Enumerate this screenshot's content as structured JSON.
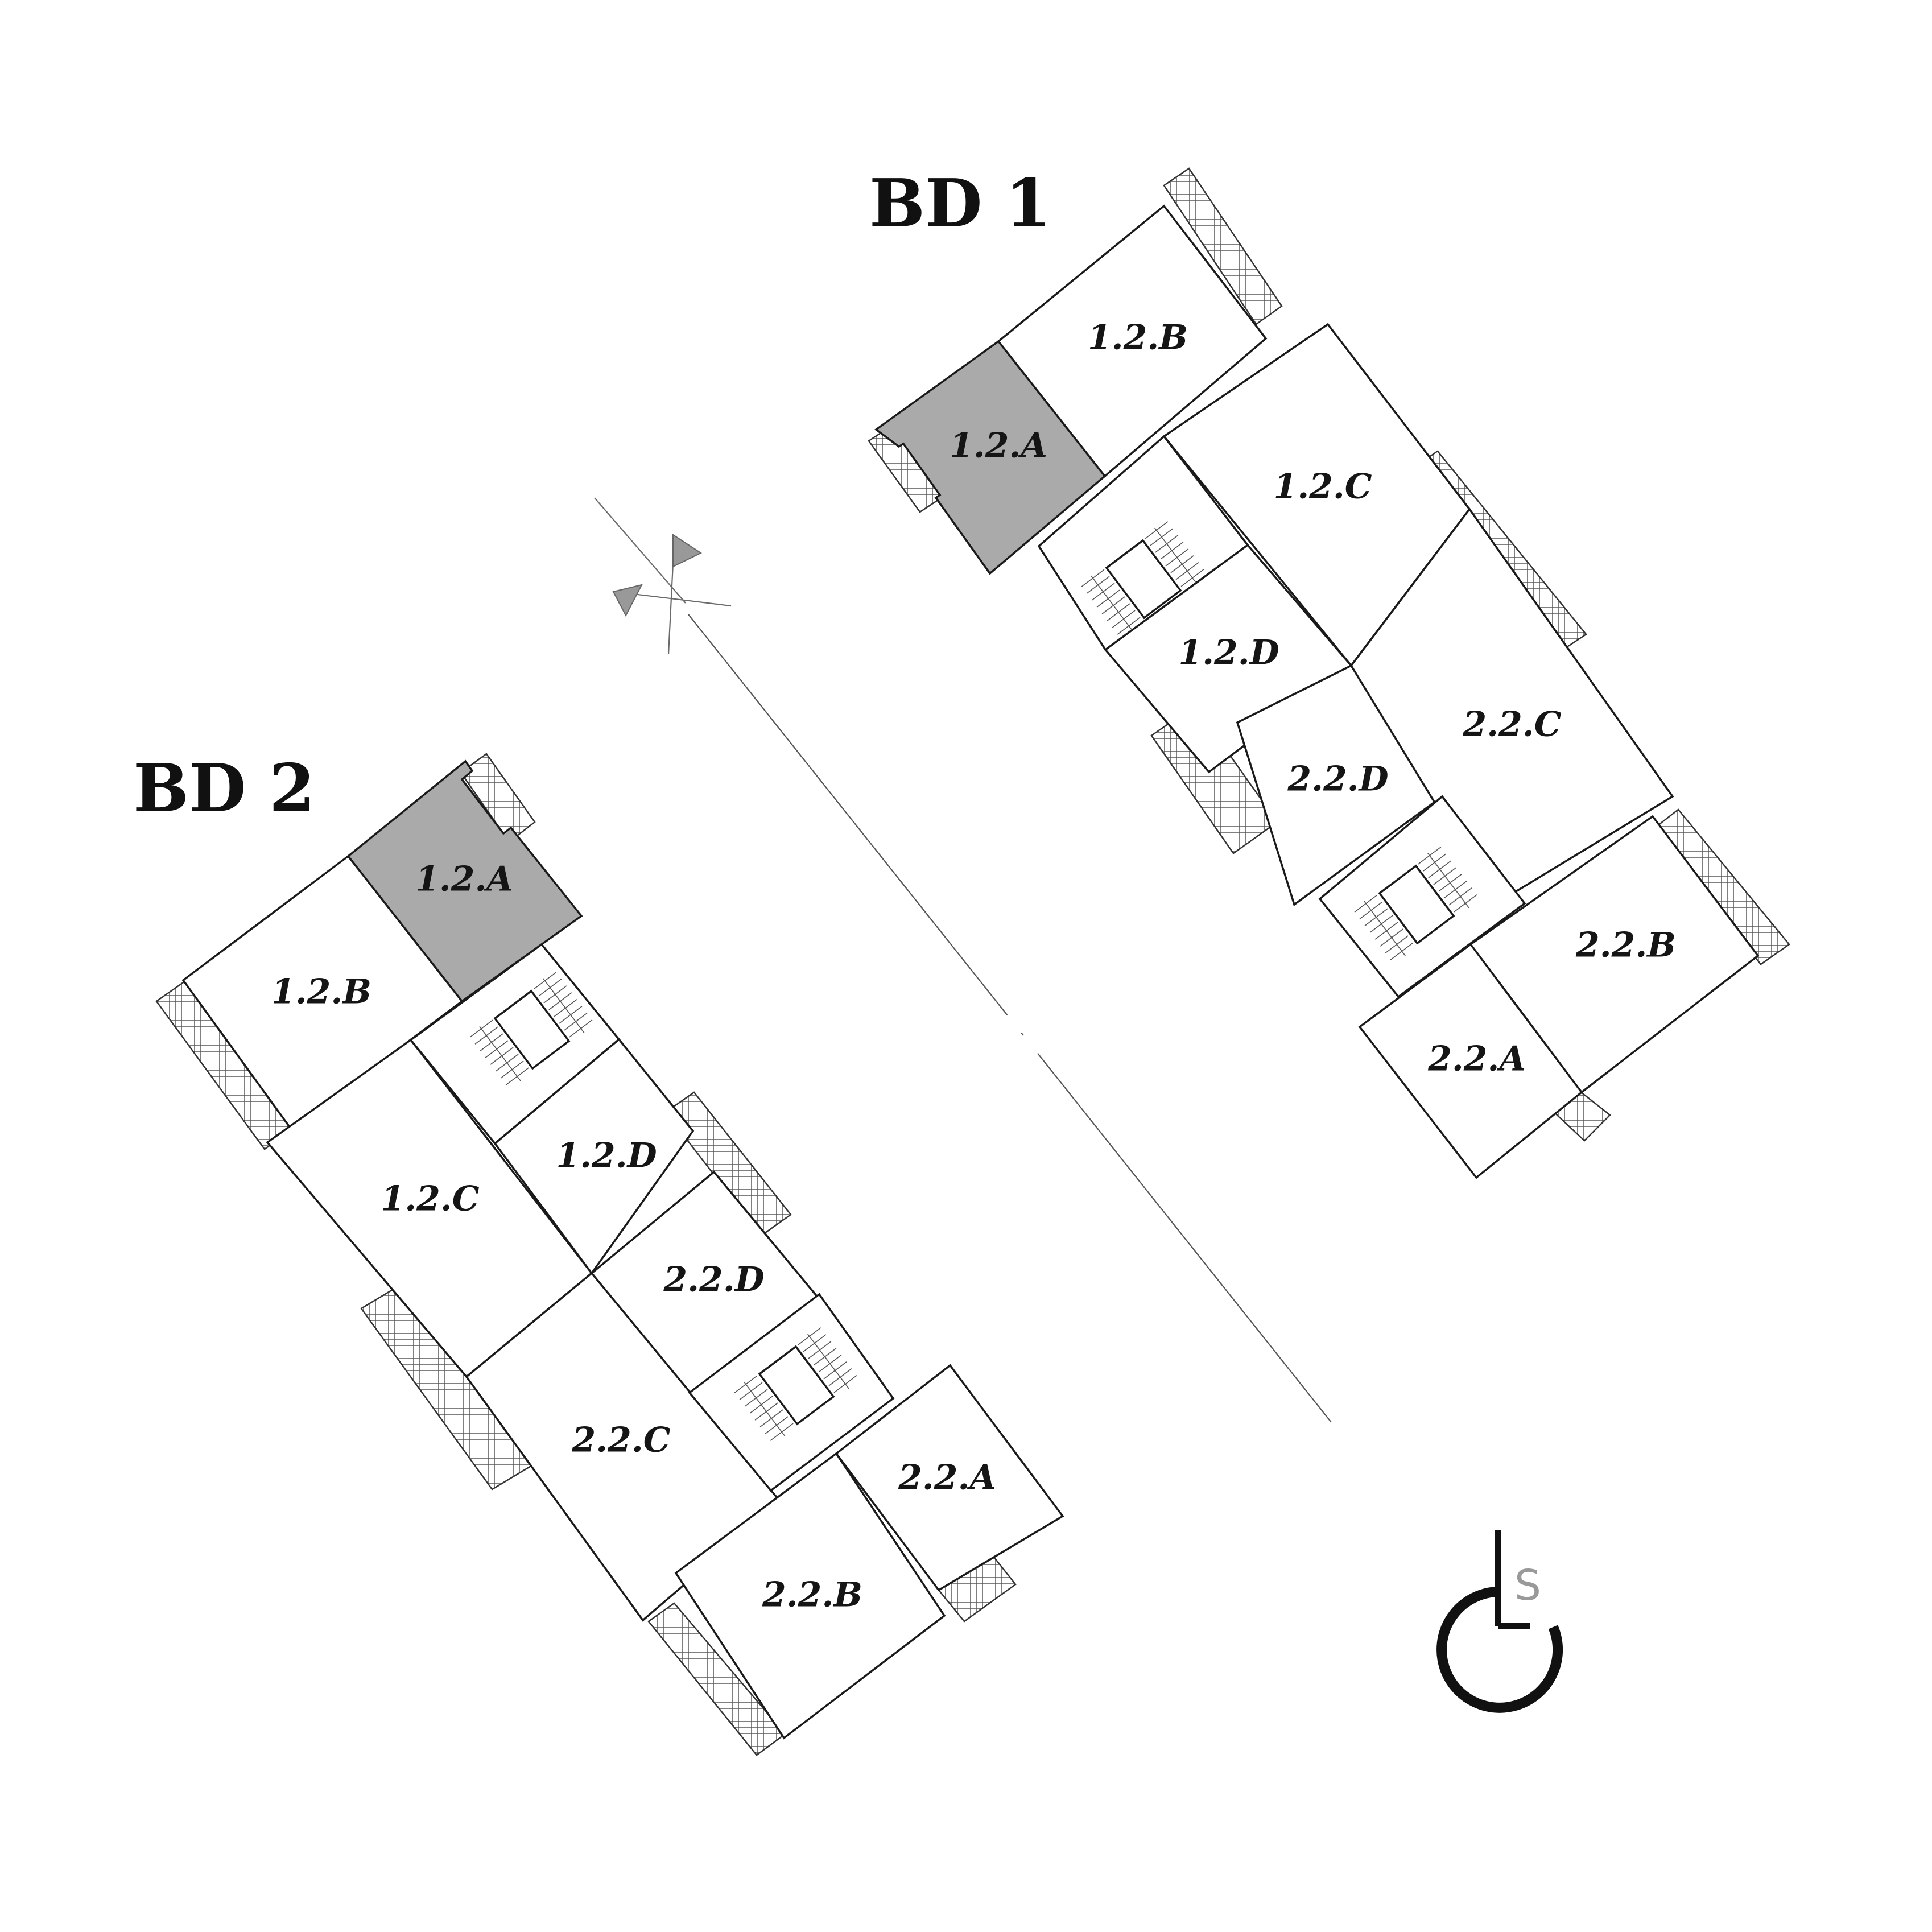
{
  "buildings": [
    {
      "title": "BD 1",
      "units": [
        {
          "label": "1.2.B",
          "highlighted": false
        },
        {
          "label": "1.2.A",
          "highlighted": true
        },
        {
          "label": "1.2.C",
          "highlighted": false
        },
        {
          "label": "1.2.D",
          "highlighted": false
        },
        {
          "label": "2.2.D",
          "highlighted": false
        },
        {
          "label": "2.2.C",
          "highlighted": false
        },
        {
          "label": "2.2.B",
          "highlighted": false
        },
        {
          "label": "2.2.A",
          "highlighted": false
        }
      ]
    },
    {
      "title": "BD 2",
      "units": [
        {
          "label": "1.2.A",
          "highlighted": true
        },
        {
          "label": "1.2.B",
          "highlighted": false
        },
        {
          "label": "1.2.D",
          "highlighted": false
        },
        {
          "label": "1.2.C",
          "highlighted": false
        },
        {
          "label": "2.2.D",
          "highlighted": false
        },
        {
          "label": "2.2.C",
          "highlighted": false
        },
        {
          "label": "2.2.A",
          "highlighted": false
        },
        {
          "label": "2.2.B",
          "highlighted": false
        }
      ]
    }
  ],
  "logo": {
    "letters": "LS"
  },
  "colors": {
    "highlight_fill": "#aaaaaa",
    "room_fill": "#ffffff",
    "line": "#1a1a1a",
    "balcony_hatch": "#555555",
    "compass_flag": "#999999"
  }
}
